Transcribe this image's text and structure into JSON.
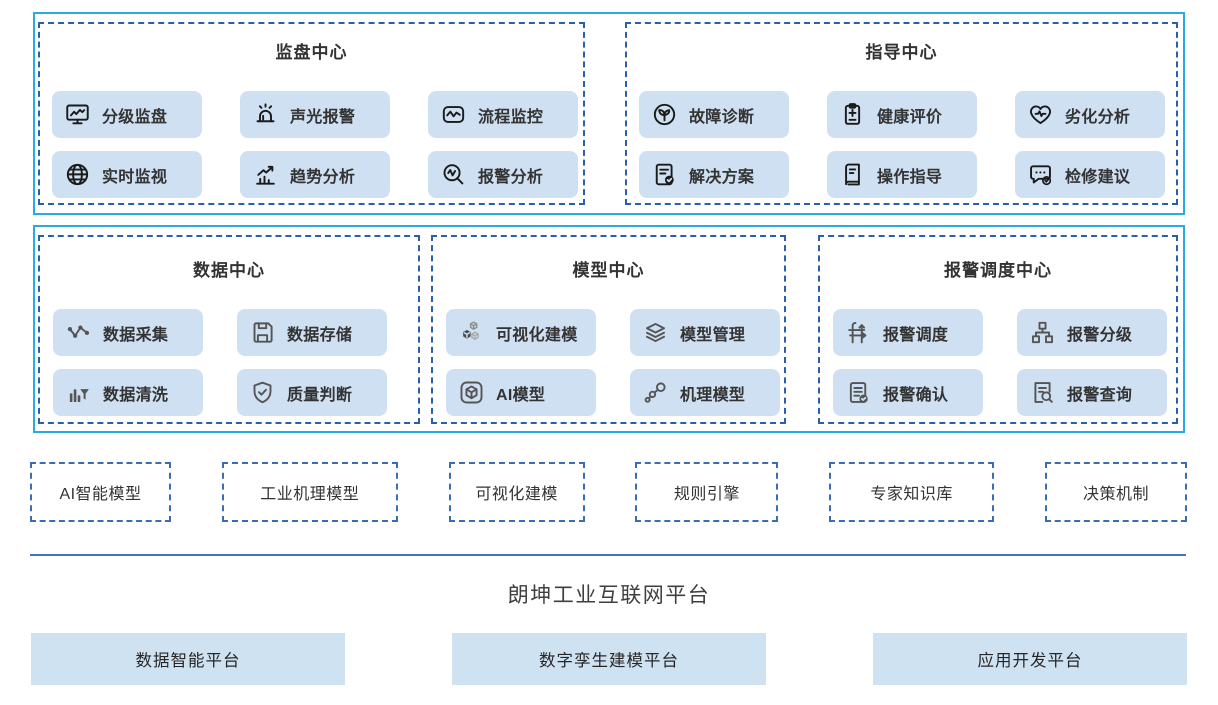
{
  "colors": {
    "outer_border": "#29abe2",
    "dashed_border": "#2b5fad",
    "item_background": "#cfe0f2",
    "subplatform_background": "#cfe2f2",
    "divider": "#4472c4",
    "text": "#333333",
    "icon_top_row": "#1a1a1a",
    "icon_middle_row": "#555555"
  },
  "centers_row1": [
    {
      "id": "monitoring-center",
      "title": "监盘中心",
      "items": [
        {
          "label": "分级监盘",
          "icon": "monitor-chart-icon"
        },
        {
          "label": "声光报警",
          "icon": "siren-icon"
        },
        {
          "label": "流程监控",
          "icon": "process-pulse-icon"
        },
        {
          "label": "实时监视",
          "icon": "globe-icon"
        },
        {
          "label": "趋势分析",
          "icon": "trend-bars-icon"
        },
        {
          "label": "报警分析",
          "icon": "pulse-magnifier-icon"
        }
      ]
    },
    {
      "id": "guidance-center",
      "title": "指导中心",
      "items": [
        {
          "label": "故障诊断",
          "icon": "sprout-circle-icon"
        },
        {
          "label": "健康评价",
          "icon": "clipboard-plus-icon"
        },
        {
          "label": "劣化分析",
          "icon": "heart-pulse-icon"
        },
        {
          "label": "解决方案",
          "icon": "document-check-icon"
        },
        {
          "label": "操作指导",
          "icon": "manual-book-icon"
        },
        {
          "label": "检修建议",
          "icon": "chat-check-icon"
        }
      ]
    }
  ],
  "centers_row2": [
    {
      "id": "data-center",
      "title": "数据中心",
      "items": [
        {
          "label": "数据采集",
          "icon": "data-points-icon"
        },
        {
          "label": "数据存储",
          "icon": "floppy-disk-icon"
        },
        {
          "label": "数据清洗",
          "icon": "bars-funnel-icon"
        },
        {
          "label": "质量判断",
          "icon": "shield-check-icon"
        }
      ]
    },
    {
      "id": "model-center",
      "title": "模型中心",
      "items": [
        {
          "label": "可视化建模",
          "icon": "cubes-icon"
        },
        {
          "label": "模型管理",
          "icon": "layers-icon"
        },
        {
          "label": "AI模型",
          "icon": "cube-3d-icon"
        },
        {
          "label": "机理模型",
          "icon": "molecule-icon"
        }
      ]
    },
    {
      "id": "alarm-dispatch-center",
      "title": "报警调度中心",
      "items": [
        {
          "label": "报警调度",
          "icon": "route-shuffle-icon"
        },
        {
          "label": "报警分级",
          "icon": "hierarchy-icon"
        },
        {
          "label": "报警确认",
          "icon": "list-check-icon"
        },
        {
          "label": "报警查询",
          "icon": "document-search-icon"
        }
      ]
    }
  ],
  "capability_boxes": [
    "AI智能模型",
    "工业机理模型",
    "可视化建模",
    "规则引擎",
    "专家知识库",
    "决策机制"
  ],
  "platform": {
    "title": "朗坤工业互联网平台",
    "sub_platforms": [
      "数据智能平台",
      "数字孪生建模平台",
      "应用开发平台"
    ]
  }
}
